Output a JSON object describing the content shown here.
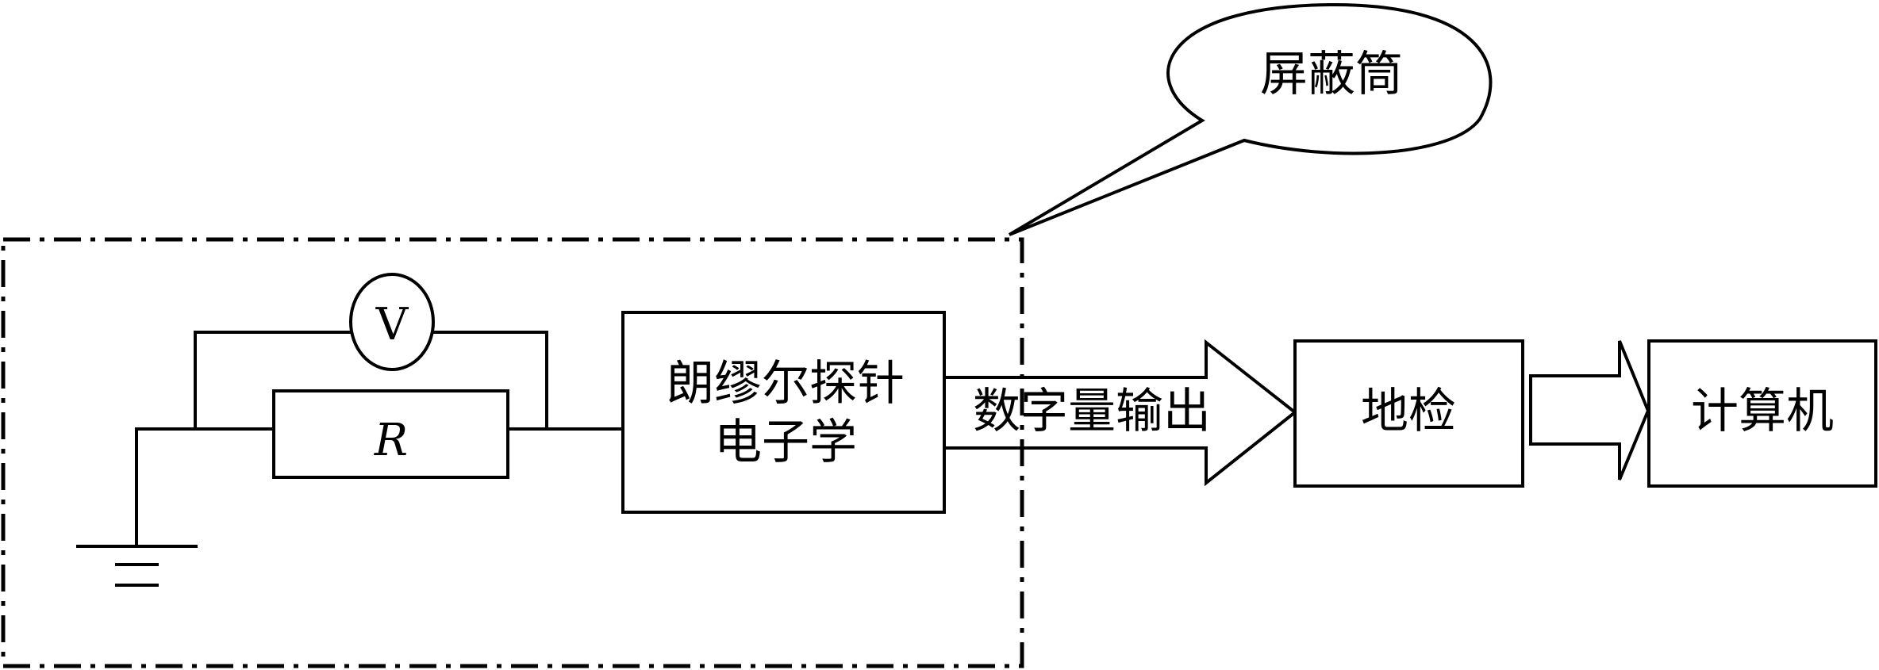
{
  "labels": {
    "shield": "屏蔽筒",
    "voltmeter": "V",
    "resistor": "R",
    "probe_line1": "朗缪尔探针",
    "probe_line2": "电子学",
    "digital_output": "数字量输出",
    "ground_check": "地检",
    "computer": "计算机"
  },
  "colors": {
    "line": "#000000",
    "background": "#ffffff"
  }
}
